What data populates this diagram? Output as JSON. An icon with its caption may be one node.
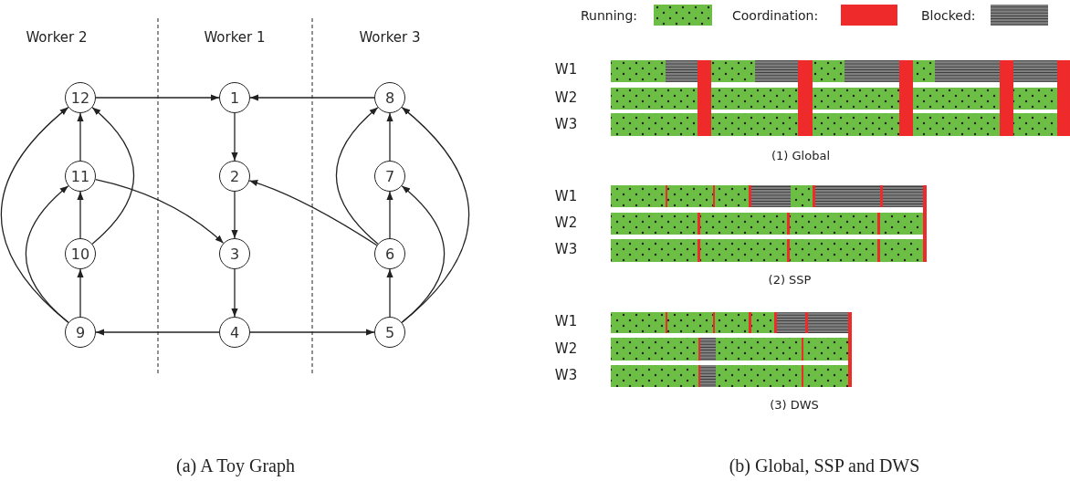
{
  "diagram": {
    "nodes": [
      {
        "text": [
          "12"
        ]
      },
      {
        "text": [
          "1"
        ]
      },
      {
        "text": [
          "8"
        ]
      },
      {
        "text": [
          "2"
        ]
      },
      {
        "text": [
          "11"
        ]
      },
      {
        "text": [
          "7"
        ]
      },
      {
        "text": [
          "3"
        ]
      },
      {
        "text": [
          "10"
        ]
      },
      {
        "text": [
          "6"
        ]
      },
      {
        "text": [
          "9"
        ]
      },
      {
        "text": [
          "4"
        ]
      },
      {
        "text": [
          "5"
        ]
      }
    ],
    "edges": [
      {
        "from": 0,
        "to": 1,
        "arrow": "to"
      },
      {
        "from": 2,
        "to": 1,
        "arrow": "to"
      },
      {
        "from": 1,
        "to": 3,
        "arrow": "to"
      },
      {
        "from": 3,
        "to": 6,
        "arrow": "to"
      },
      {
        "from": 6,
        "to": 10,
        "arrow": "to"
      },
      {
        "from": 10,
        "to": 9,
        "arrow": "to"
      },
      {
        "from": 10,
        "to": 11,
        "arrow": "to"
      },
      {
        "from": 9,
        "to": 7,
        "arrow": "to"
      },
      {
        "from": 7,
        "to": 4,
        "arrow": "to"
      },
      {
        "from": 4,
        "to": 0,
        "arrow": "to"
      },
      {
        "from": 9,
        "to": 4,
        "arrow": "to"
      },
      {
        "from": 9,
        "to": 0,
        "arrow": "to"
      },
      {
        "from": 7,
        "to": 0,
        "arrow": "to"
      },
      {
        "from": 4,
        "to": 6,
        "arrow": "to"
      },
      {
        "from": 11,
        "to": 8,
        "arrow": "to"
      },
      {
        "from": 8,
        "to": 5,
        "arrow": "to"
      },
      {
        "from": 5,
        "to": 2,
        "arrow": "to"
      },
      {
        "from": 11,
        "to": 5,
        "arrow": "to"
      },
      {
        "from": 11,
        "to": 2,
        "arrow": "to"
      },
      {
        "from": 8,
        "to": 2,
        "arrow": "to"
      },
      {
        "from": 8,
        "to": 3,
        "arrow": "to"
      }
    ],
    "labels": [
      "Worker 2",
      "Worker 1",
      "Worker 3",
      "W1",
      "W2",
      "W3",
      "(1) Global",
      "W1",
      "W2",
      "W3",
      "(2) SSP",
      "W1",
      "W2",
      "W3",
      "(3) DWS",
      "(a) A Toy Graph",
      "(b) Global, SSP and DWS"
    ],
    "legend": [
      {
        "text": "Running:",
        "color": "#6cbe45"
      },
      {
        "text": "Coordination:",
        "color": "#ee2a2a"
      },
      {
        "text": "Blocked:",
        "color": "#808080"
      }
    ]
  }
}
